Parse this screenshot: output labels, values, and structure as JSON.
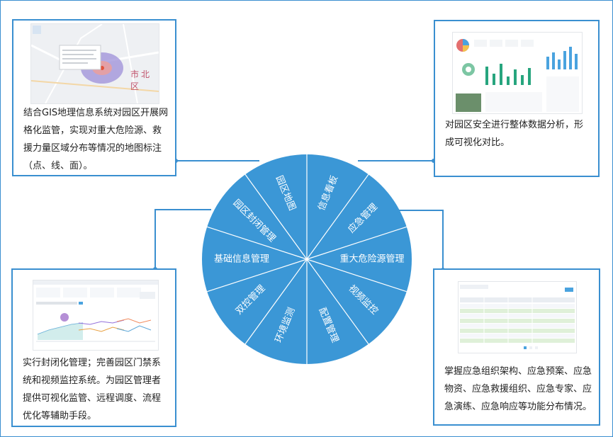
{
  "colors": {
    "accent": "#3a8fd0",
    "wheel_fill": "#3b97d6",
    "wheel_line": "#ffffff",
    "text": "#222222"
  },
  "wheel_segments": [
    {
      "label": "信息看板",
      "angle": -67.5
    },
    {
      "label": "应急管理",
      "angle": -45.0
    },
    {
      "label": "重大危险源管理",
      "angle": 0
    },
    {
      "label": "视频监控",
      "angle": 45.0
    },
    {
      "label": "配置管理",
      "angle": 67.5
    },
    {
      "label": "环境监测",
      "angle": -67.5
    },
    {
      "label": "双控管理",
      "angle": -45.0
    },
    {
      "label": "基础信息管理",
      "angle": 0
    },
    {
      "label": "园区封闭管理",
      "angle": 45.0
    },
    {
      "label": "园区地图",
      "angle": 67.5
    }
  ],
  "cards": {
    "top_left": {
      "description": "结合GIS地理信息系统对园区开展网格化监管，实现对重大危险源、救援力量区域分布等情况的地图标注（点、线、面）。",
      "map_district_label": "市北区"
    },
    "top_right": {
      "description": "对园区安全进行整体数据分析，形成可视化对比。"
    },
    "bottom_left": {
      "description": "实行封闭化管理；完善园区门禁系统和视频监控系统。为园区管理者提供可视化监管、远程调度、流程优化等辅助手段。"
    },
    "bottom_right": {
      "description": "掌握应急组织架构、应急预案、应急物资、应急救援组织、应急专家、应急演练、应急响应等功能分布情况。"
    }
  }
}
